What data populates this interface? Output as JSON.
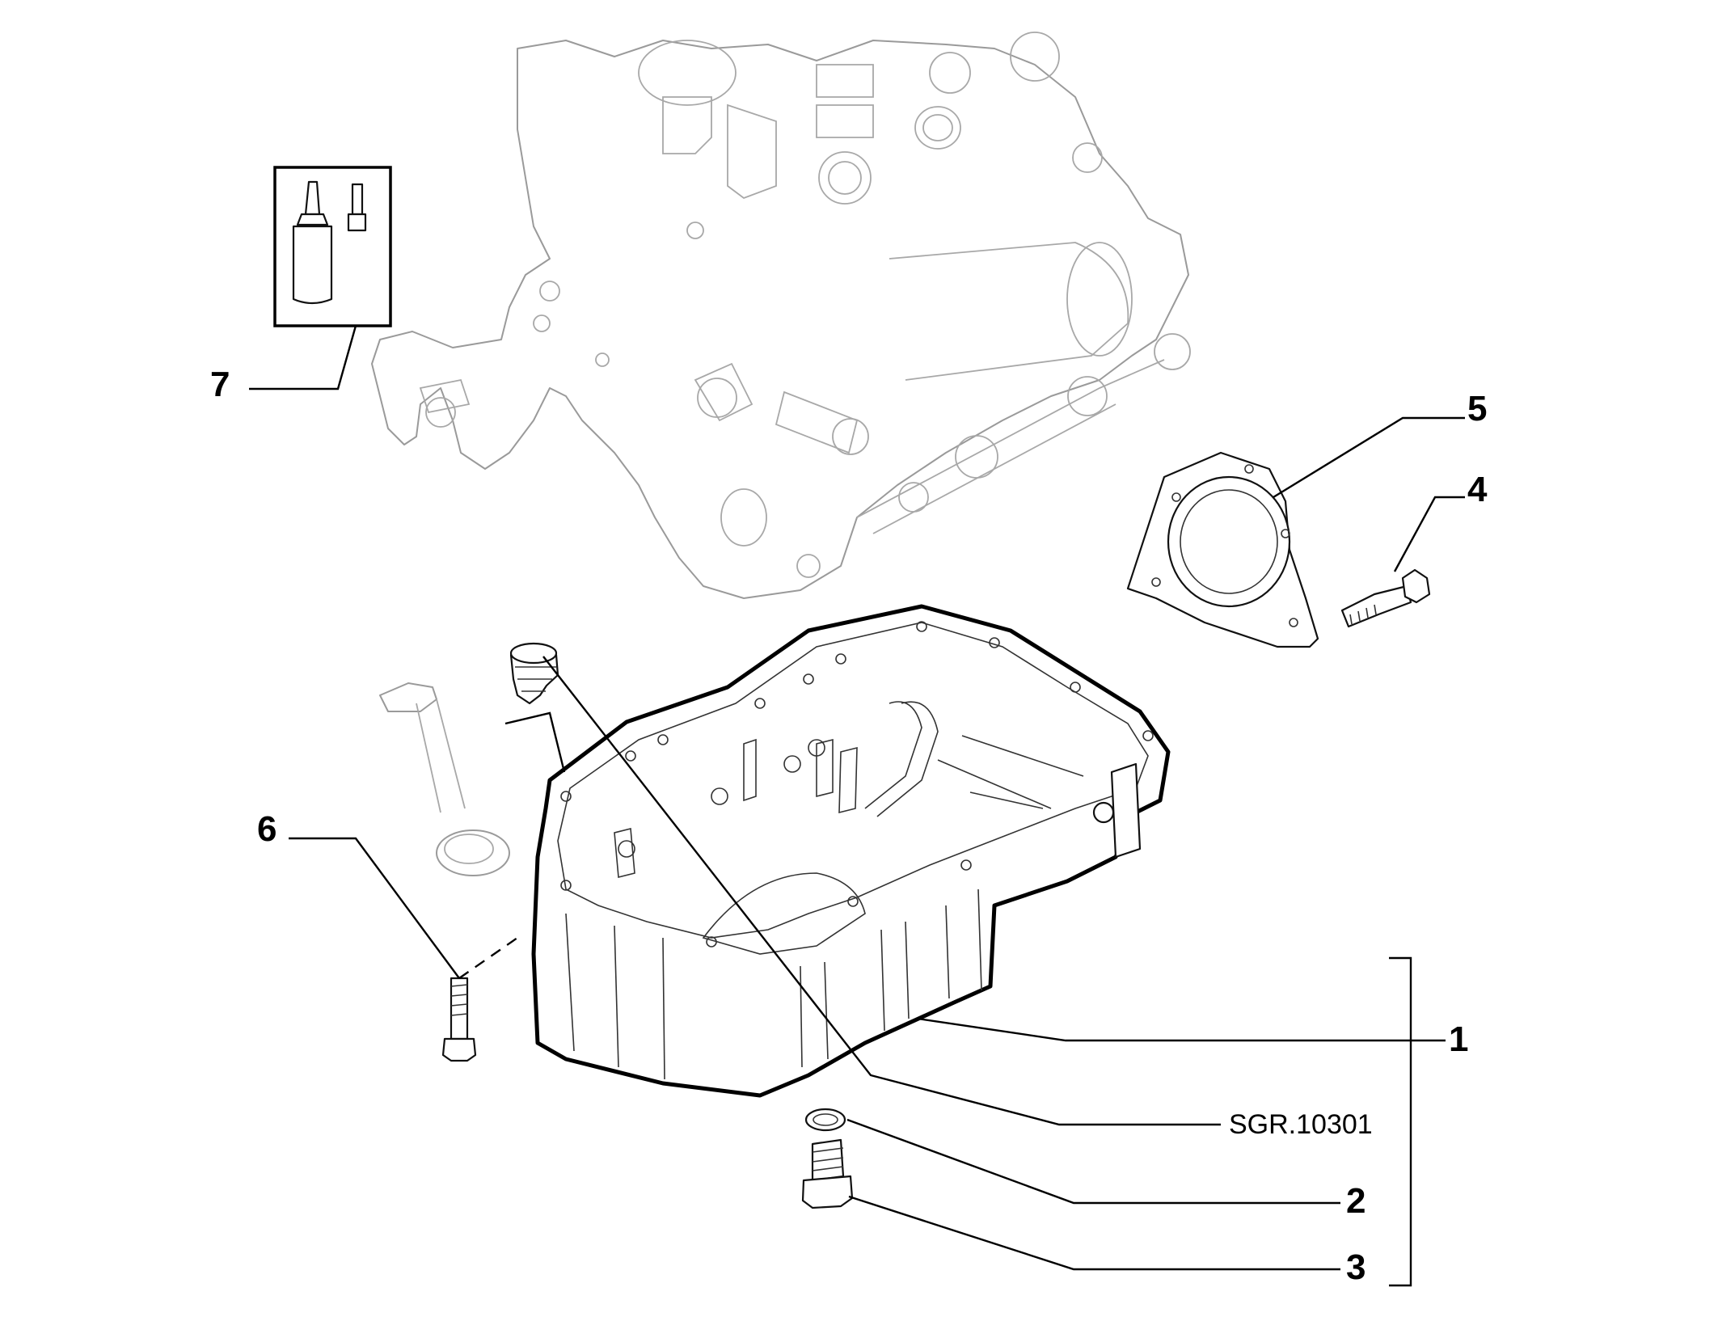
{
  "callouts": [
    {
      "id": "1",
      "label": "1"
    },
    {
      "id": "2",
      "label": "2"
    },
    {
      "id": "3",
      "label": "3"
    },
    {
      "id": "4",
      "label": "4"
    },
    {
      "id": "5",
      "label": "5"
    },
    {
      "id": "6",
      "label": "6"
    },
    {
      "id": "7",
      "label": "7"
    }
  ],
  "reference_code": "SGR.10301"
}
